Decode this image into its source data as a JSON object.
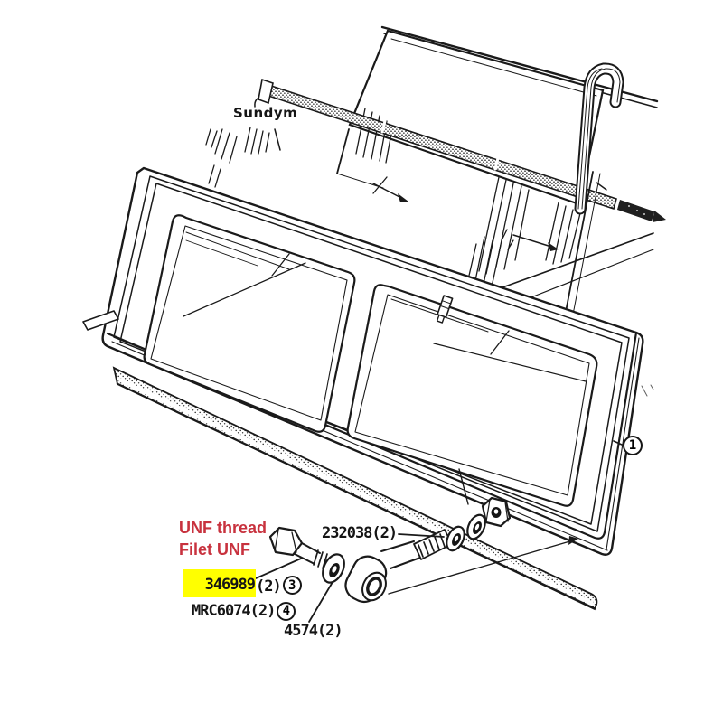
{
  "figure": {
    "background": "#ffffff",
    "ink": "#1a1a1a",
    "annotations": {
      "glass_brand": "Sundym",
      "thread_note": {
        "line1": "UNF thread",
        "line2": "Filet UNF",
        "color": "#c8323e"
      },
      "parts": {
        "washer_plain": "232038(2)",
        "bolt_number": "346989",
        "bolt_qty": "(2)",
        "bolt_ref": "3",
        "bolt_highlight": "#ffff00",
        "retainer_number": "MRC6074(2)",
        "retainer_ref": "4",
        "washer_special": "4574(2)",
        "frame_ref": "1"
      }
    }
  }
}
